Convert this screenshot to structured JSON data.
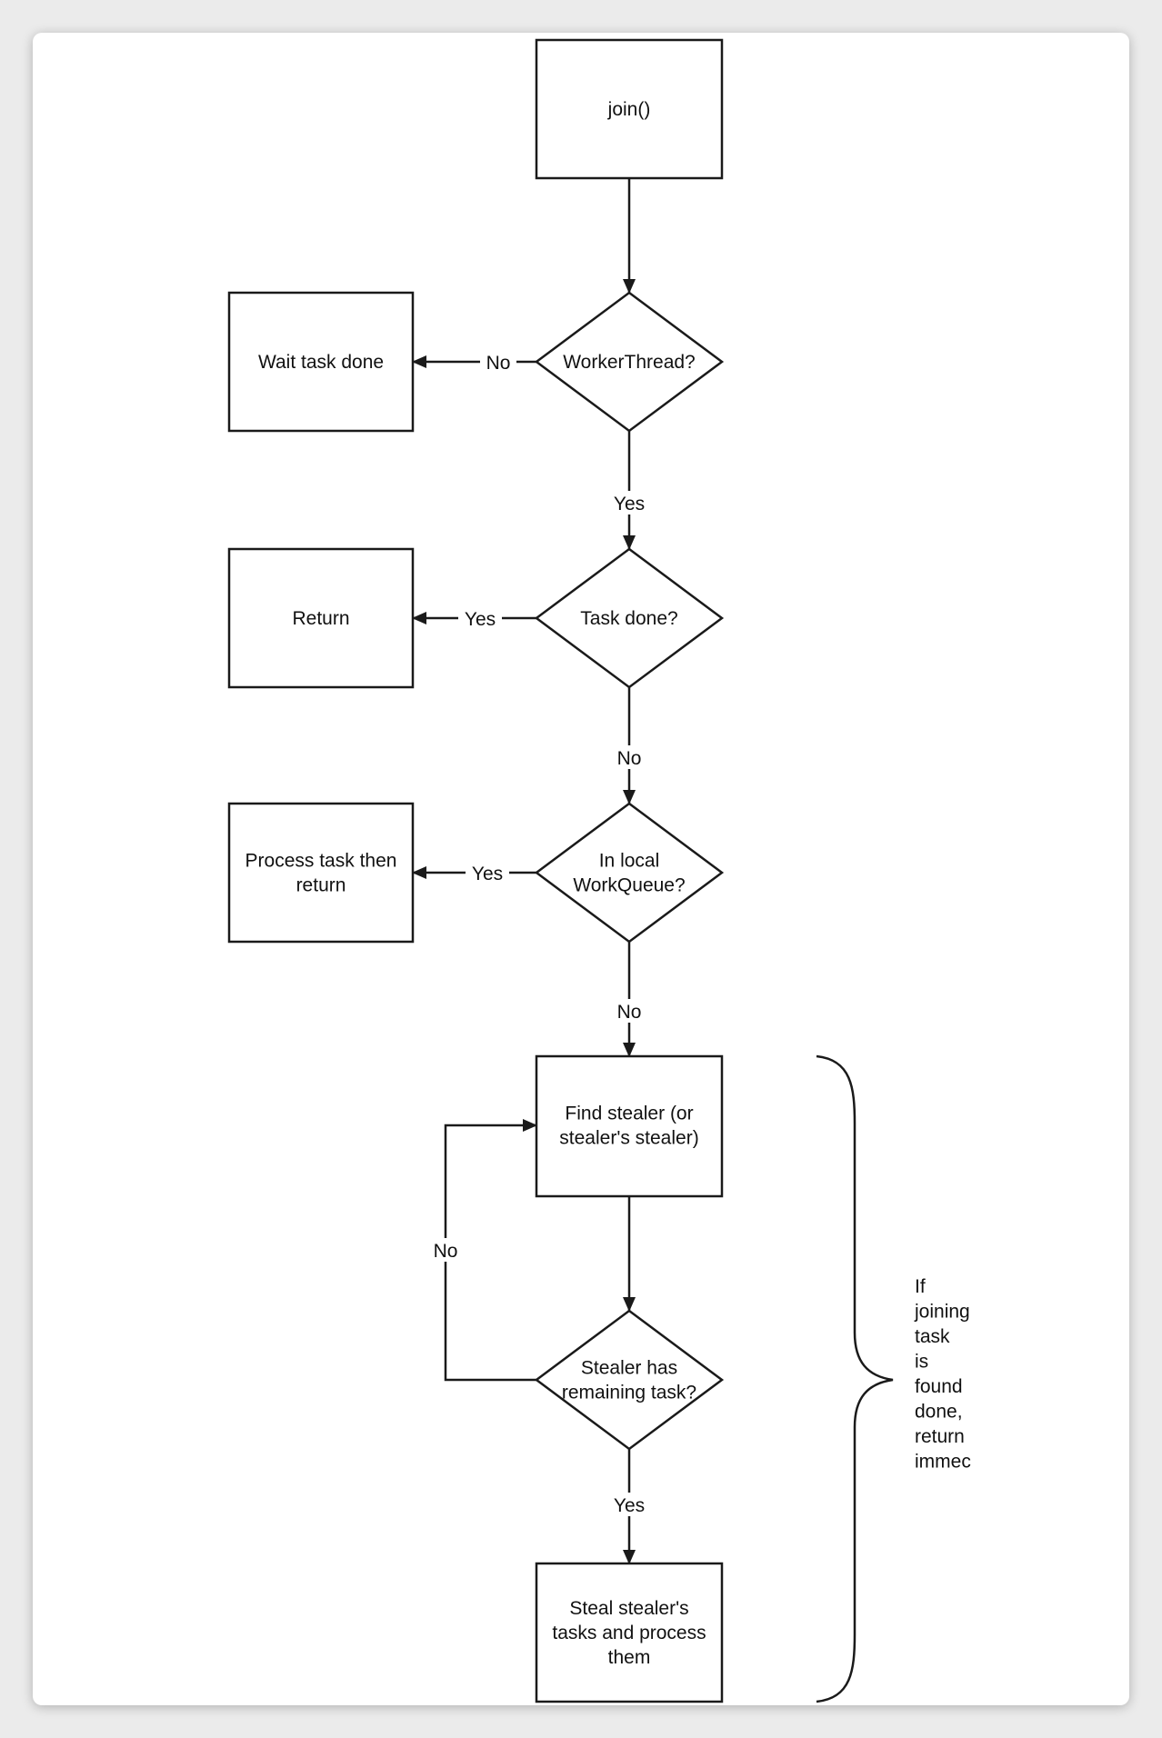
{
  "nodes": {
    "join": {
      "lines": [
        "join()"
      ]
    },
    "worker_thread": {
      "lines": [
        "WorkerThread?"
      ]
    },
    "wait_task_done": {
      "lines": [
        "Wait task done"
      ]
    },
    "task_done": {
      "lines": [
        "Task done?"
      ]
    },
    "return": {
      "lines": [
        "Return"
      ]
    },
    "in_local_workqueue": {
      "lines": [
        "In local",
        "WorkQueue?"
      ]
    },
    "process_task": {
      "lines": [
        "Process task then",
        "return"
      ]
    },
    "find_stealer": {
      "lines": [
        "Find stealer (or",
        "stealer's stealer)"
      ]
    },
    "stealer_has_task": {
      "lines": [
        "Stealer has",
        "remaining task?"
      ]
    },
    "steal_tasks": {
      "lines": [
        "Steal stealer's",
        "tasks and process",
        "them"
      ]
    }
  },
  "edges": {
    "worker_no": "No",
    "worker_yes": "Yes",
    "taskdone_yes": "Yes",
    "taskdone_no": "No",
    "local_yes": "Yes",
    "local_no": "No",
    "stealer_no": "No",
    "stealer_yes": "Yes"
  },
  "annotation": {
    "lines": [
      "If",
      "joining",
      "task",
      "is",
      "found",
      "done,",
      "return",
      "immec"
    ]
  }
}
